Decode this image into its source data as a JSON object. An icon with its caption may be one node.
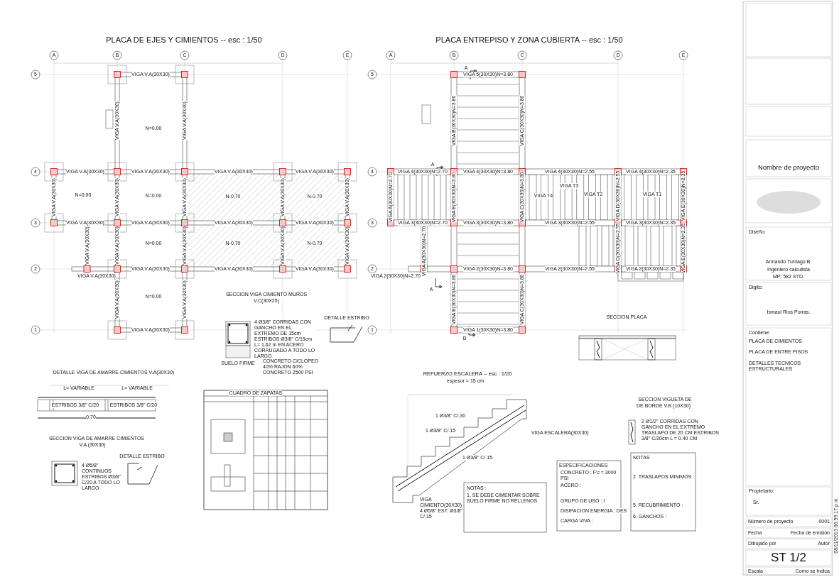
{
  "diagram": {
    "labels": [
      "PLACA DE EJES Y CIMIENTOS -- esc :  1/50",
      "PLACA ENTREPISO Y ZONA CUBIERTA -- esc :  1/50",
      "A",
      "B",
      "C",
      "D",
      "E",
      "5",
      "4",
      "3",
      "2",
      "1",
      "A",
      "B",
      "C",
      "D",
      "E",
      "5",
      "4",
      "3",
      "2",
      "1",
      "VIGA V.A(30X30)",
      "VIGA V.A(30X30)",
      "VIGA V.A(30X30)",
      "VIGA V.A(30X30)",
      "VIGA V.A(30X30)",
      "VIGA V.A(30X30)",
      "VIGA V.A(30X30)",
      "VIGA V.A(30X30)",
      "VIGA V.A(30X30)",
      "VIGA V.A(30X30)",
      "VIGA V.A(30X30)",
      "VIGA V.A(30X30)",
      "VIGA V.A(30X30)",
      "VIGA V.A(30X30)",
      "VIGA V.A(30X30)",
      "VIGA V.A(30X30)",
      "VIGA V.A(30X30)",
      "VIGA V.A(30X30)",
      "VIGA V.A(30X30)",
      "VIGA V.A(30X30)",
      "VIGA V.A(30X30)",
      "VIGA V.A(30X30)",
      "VIGA V.A(30X30)",
      "VIGA V.A(30X30)",
      "VIGA V.A(30X30)",
      "VIGA V.A(30X30)",
      "VIGA V.A(30X30)",
      "VIGA V.A(30X30)",
      "N=0.00",
      "N=0.00",
      "N=0.00",
      "N=0.00",
      "N=0.00",
      "N-0.70",
      "N-0.70",
      "N-0.70",
      "N-0.70",
      "VIGA 5(30X30)N=3.80",
      "VIGA 4(30X30)N=2.70",
      "VIGA 4(30X30)N=3.80",
      "VIGA 4(30X30)N=2.55",
      "VIGA 4(30X30)N=2.35",
      "VIGA 3(30X30)N=2.70",
      "VIGA 3(30X30)N=3.80",
      "VIGA 3(30X30)N=2.55",
      "VIGA 3(30X30)N=2.35",
      "VIGA 2(30X30)N=2.70",
      "VIGA 2(30X30)N=3.80",
      "VIGA 2(30X30)N=2.55",
      "VIGA 2(30X30)N=2.35",
      "VIGA 1(30X30)N=3.80",
      "VIGA B(30X30)N=3.80",
      "VIGA C(30X30)N=3.80",
      "VIGA A(30X30)N=2.70",
      "VIGA B(30X30)N=3.80",
      "VIGA C(30X30)N=3.80",
      "VIGA D(30X30)N=2.55",
      "VIGA E(30X30)N=2.35",
      "VIGA A(30X30)N=2.70",
      "VIGA D(30X30)N=2.55",
      "VIGA E(30X30)N=2.35",
      "VIGA B(30X30)N=3.80",
      "VIGA C(30X30)N=3.80",
      "VIGA T4",
      "VIGA T3",
      "VIGA T2",
      "VIGA T1",
      "A",
      "A",
      "A",
      "B",
      "SECCION VIGA CIMIENTO MUROS",
      "V.C(30X25)",
      "4 Ø3/8\" CORRIDAS CON GANCHO EN EL EXTREMO DE 15cm ESTRIBOS Ø3/8\" C/15cm L= 1.62 m EN ACERO CORRUGADO A TODO LO LARGO",
      "DETALLE ESTRIBO",
      "SUELO FIRME",
      "CONCRETO CICLOPEO 40% RAJON 60% CONCRETO 2500 PSI",
      "DETALLE VIGA DE AMARRE CIMIENTOS  V.A(30X30)",
      "L= VARIABLE",
      "L= VARIABLE",
      "ESTRIBOS 3/8\" C/20",
      "ESTRIBOS 3/8\" C/20",
      "0.70",
      "SECCION  VIGA DE AMARRE CIMIENTOS",
      "V.A (30X30)",
      "4 Ø5/8\" CONTINUOS ESTRIBOS Ø3/8\" C/20 A TODO LO LARGO",
      "DETALLE ESTRIBO",
      "CUADRO DE ZAPATAS",
      "SECCION PLACA",
      "REFUERZO  ESCALERA -- esc : 1/20",
      "espesor = 15 cm",
      "1 Ø3/8\" C/.30",
      "1 Ø3/8\" C/.15",
      "1 Ø3/8\" C/.15",
      "VIGA ESCALERA(30X30)",
      "VIGA CIMIENTO(30X30) 4 Ø5/8\" EST. Ø3/8\" C/.15",
      "SECCION VIGUETA DE",
      "DE BORDE  V.B (10X30)",
      "2 Ø1/2\" CORRIDAS CON GANCHO EN EL EXTREMO TRASLAPO DE 20 CM ESTRIBOS 3/8\" C/20cm L = 0.40 CM",
      "NOTAS :",
      "1. SE DEBE CIMENTAR SOBRE SUELO FIRME NO RELLENOS",
      "ESPECIFICACIONES",
      "CONCRETO :   F'c = 3000 PSI",
      "ACERO :",
      "GRUPO DE USO :  I",
      "DISIPACION ENERGIA :  DES",
      "CARGA VIVA :",
      "NOTAS",
      "2. TRASLAPOS MINIMOS :",
      "5. RECUBRIMIENTO :",
      "6. GANCHOS :",
      "Nombre de proyecto",
      "Diseño:",
      "Armando Turriago B.",
      "Ingeniero calculista",
      "MP: 582 STD.",
      "Digito:",
      "Ismaul Rios Porras.",
      "Contiene:",
      "PLACA DE CIMIENTOS",
      "PLACA DE ENTRE PISOS",
      "DETALLES TECNICOS ESTRUCTURALES",
      "Propietario:",
      "Sr.",
      "Número de proyecto",
      "0001",
      "Fecha",
      "Fecha de emisión",
      "Dibujado por",
      "Autor",
      "ST 1/2",
      "Escala",
      "Como se indica",
      "08/11/2013 06:59:17 p.m."
    ]
  }
}
